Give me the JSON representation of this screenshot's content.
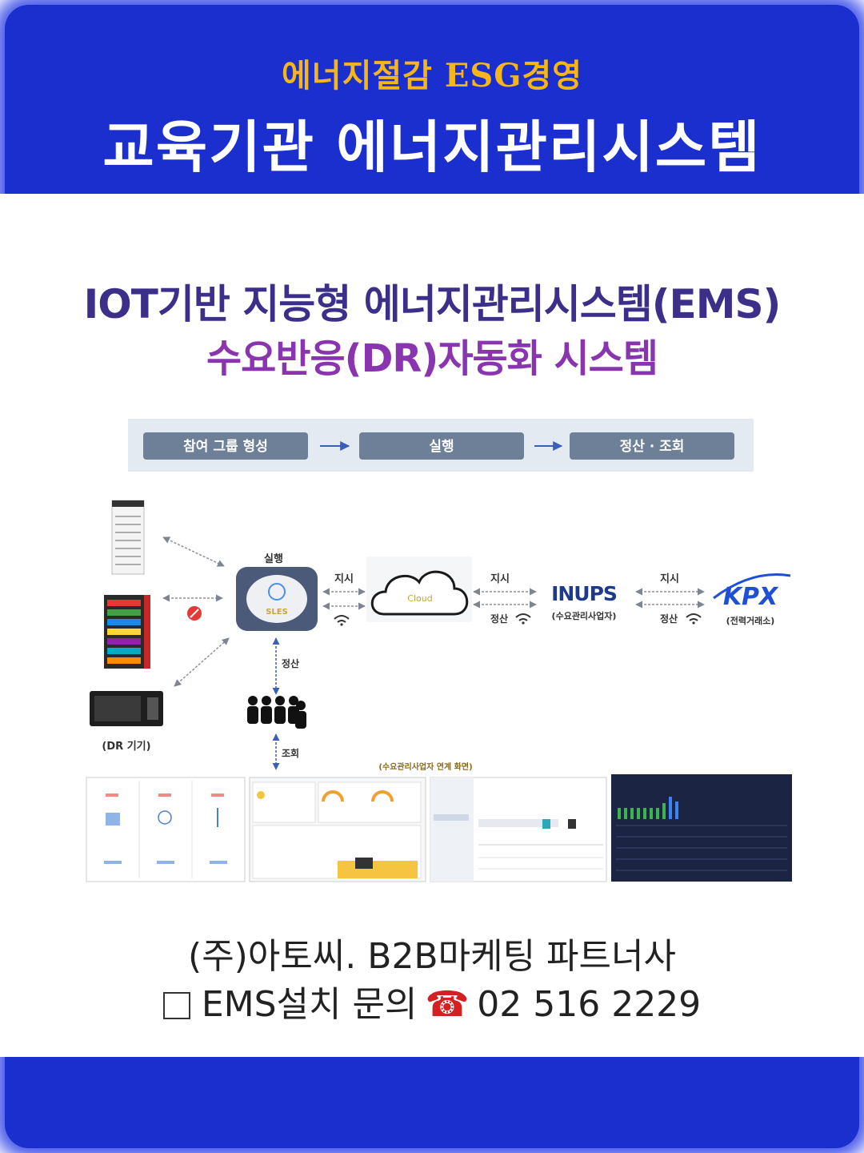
{
  "header": {
    "subtitle": "에너지절감 ESG경영",
    "title": "교육기관 에너지관리시스템"
  },
  "headline": {
    "line1": "IOT기반 지능형 에너지관리시스템(EMS)",
    "line2": "수요반응(DR)자동화 시스템"
  },
  "diagram": {
    "steps": [
      "참여 그룹 형성",
      "실행",
      "정산 · 조회"
    ],
    "hub_label": "실행",
    "hub_text": "SLES",
    "cloud_text": "Cloud",
    "instruct_label": "지시",
    "settle_label": "정산",
    "query_label": "조회",
    "inups_logo": "INUPS",
    "inups_caption": "(수요관리사업자)",
    "kpx_logo": "KPX",
    "kpx_caption": "(전력거래소)",
    "devices_caption": "(DR 기기)",
    "screens_caption": "(수요관리사업자 연계 화면)",
    "colors": {
      "step_box": "#6e7f98",
      "step_band": "#e4eaf1",
      "arrow": "#8a8f98",
      "inups_blue": "#1e3a8a",
      "kpx_blue": "#1e4fd6",
      "dark_screen": "#1c2444",
      "bar_green": "#3fb34f"
    }
  },
  "footer": {
    "line1": "(주)아토씨.  B2B마케팅 파트너사",
    "line2_label": "EMS설치 문의",
    "phone_icon": "☎",
    "phone_number": "02 516 2229"
  }
}
